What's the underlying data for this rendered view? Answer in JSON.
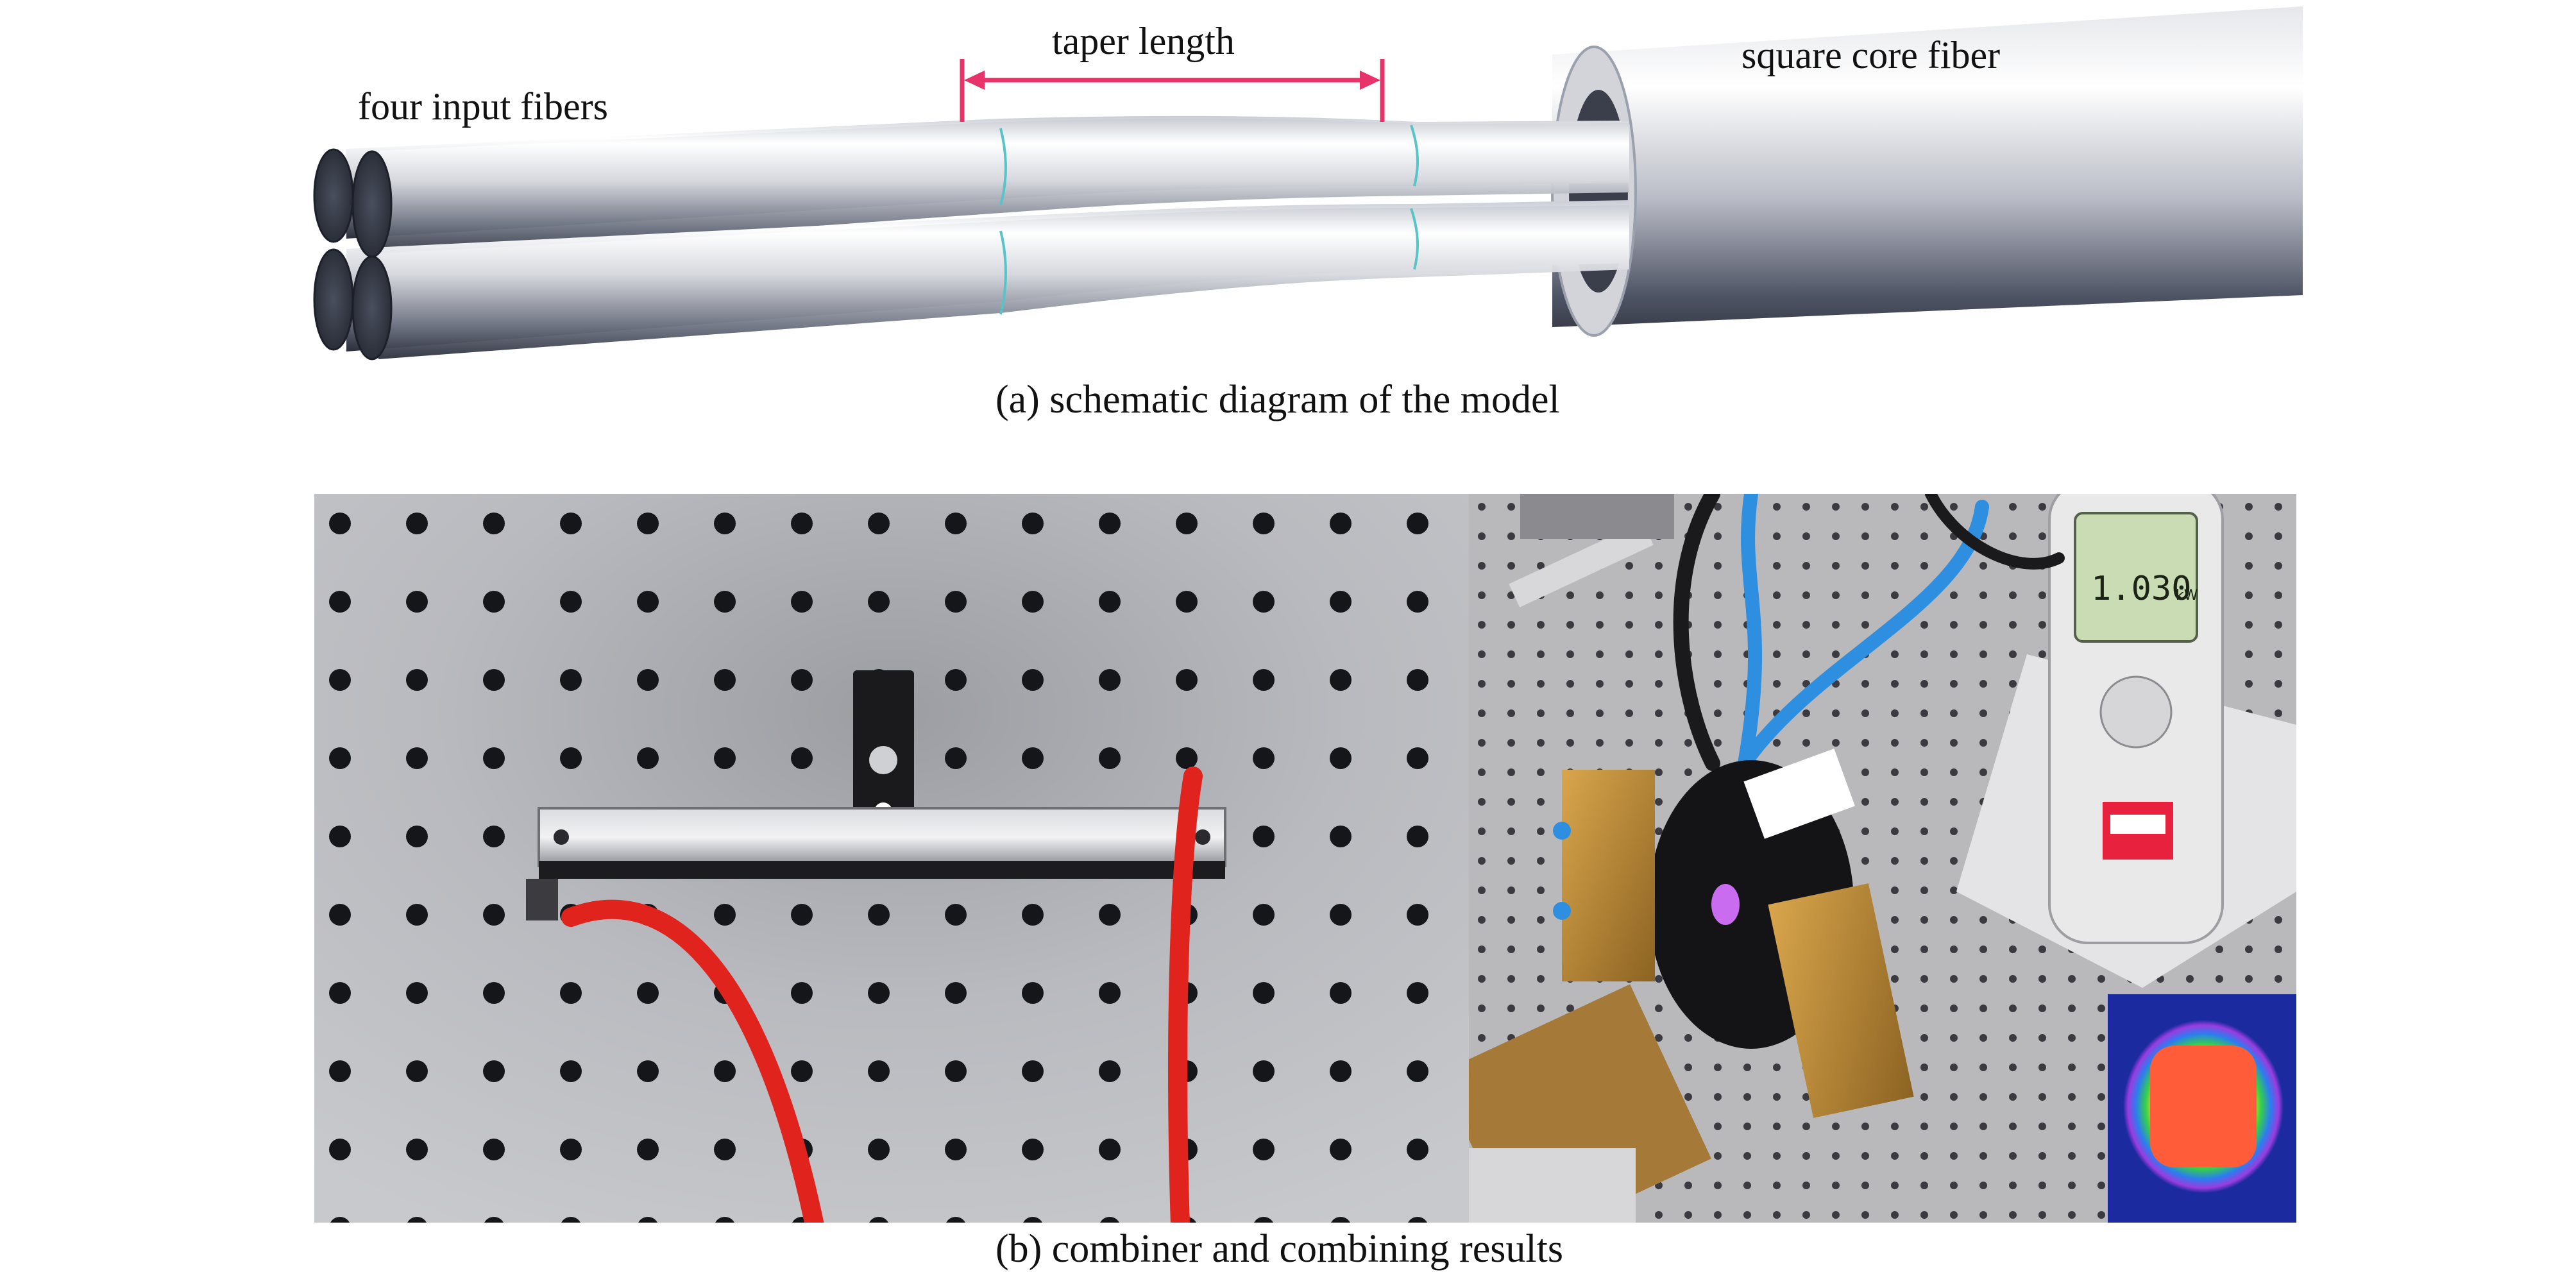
{
  "panel_a": {
    "labels": {
      "input_fibers": "four input fibers",
      "taper_length": "taper length",
      "output_fiber": "square core fiber"
    },
    "caption": "(a) schematic diagram of the model",
    "colors": {
      "taper_marker": "#e8336a",
      "fiber_shade": "#3a3f4e",
      "fiber_highlight": "#ffffff",
      "seam": "#58c3c8"
    }
  },
  "panel_b": {
    "caption": "(b) combiner and combining results",
    "meter_reading": "1.030",
    "meter_unit": "kW",
    "colors": {
      "cable": "#e0231c",
      "tube": "#2e8fe0",
      "brass": "#b8862e",
      "plate": "#b9b9bc"
    }
  }
}
